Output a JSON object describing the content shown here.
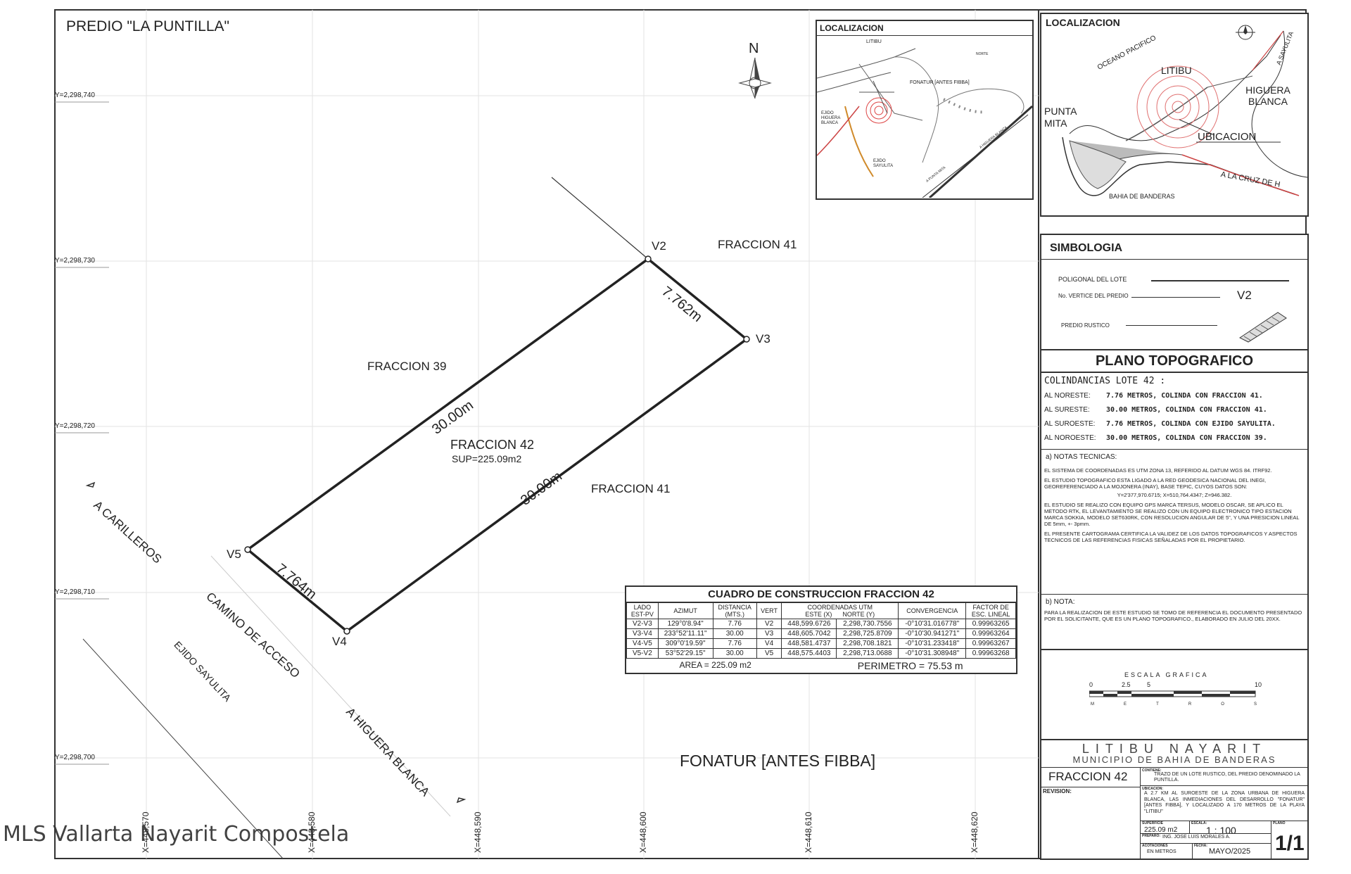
{
  "title": "PREDIO \"LA PUNTILLA\"",
  "north": "N",
  "y_grid": [
    "Y=2,298,740",
    "Y=2,298,730",
    "Y=2,298,720",
    "Y=2,298,710",
    "Y=2,298,700"
  ],
  "x_grid": [
    "X=448,570",
    "X=448,580",
    "X=448,590",
    "X=448,600",
    "X=448,610",
    "X=448,620"
  ],
  "map_labels": {
    "f41_top": "FRACCION 41",
    "f39": "FRACCION 39",
    "f42_name": "FRACCION 42",
    "f42_sup": "SUP=225.09m2",
    "f41_bottom": "FRACCION 41",
    "a_carilleros": "A CARILLEROS",
    "camino": "CAMINO DE ACCESO",
    "ejido": "EJIDO SAYULITA",
    "a_higuera": "A HIGUERA BLANCA",
    "fonatur": "FONATUR [ANTES FIBBA]"
  },
  "vertices": {
    "v2": "V2",
    "v3": "V3",
    "v4": "V4",
    "v5": "V5"
  },
  "dims": {
    "ne": "7.762m",
    "nw": "30.00m",
    "se": "30.00m",
    "sw": "7.764m"
  },
  "inset_local": {
    "title": "LOCALIZACION",
    "litibu": "LITIBU",
    "fonatur": "FONATUR [ANTES FIBBA]",
    "ejido_hb": "EJIDO HIGUERA BLANCA",
    "ejido_sy": "EJIDO SAYULITA",
    "road1": "A HIGUERA BLANCA",
    "road2": "A PUNTA MITA",
    "norte": "NORTE"
  },
  "loc": {
    "title": "LOCALIZACION",
    "oceano": "OCEANO PACIFICO",
    "litibu": "LITIBU",
    "higuera": "HIGUERA BLANCA",
    "punta": "PUNTA MITA",
    "ubicacion": "UBICACION",
    "cruz": "A LA CRUZ DE H",
    "sayulita": "A SAYULITA",
    "bahia": "BAHIA DE BANDERAS"
  },
  "simbologia": {
    "title": "SIMBOLOGIA",
    "poligonal": "POLIGONAL DEL LOTE",
    "vertice": "No. VERTICE DEL PREDIO",
    "vertice_symbol": "V2",
    "rustico": "PREDIO RUSTICO"
  },
  "plano": {
    "title": "PLANO TOPOGRAFICO",
    "colindancias_title": "COLINDANCIAS LOTE 42 :",
    "colindancias": [
      {
        "dir": "AL NORESTE:",
        "text": "7.76 METROS, COLINDA CON FRACCION 41."
      },
      {
        "dir": "AL SURESTE:",
        "text": "30.00 METROS, COLINDA CON FRACCION 41."
      },
      {
        "dir": "AL SUROESTE:",
        "text": "7.76 METROS, COLINDA CON EJIDO SAYULITA."
      },
      {
        "dir": "AL NOROESTE:",
        "text": "30.00 METROS, COLINDA CON FRACCION 39."
      }
    ]
  },
  "notas": {
    "title": "a) NOTAS TECNICAS:",
    "p1": "EL SISTEMA DE COORDENADAS ES UTM ZONA 13, REFERIDO AL DATUM WGS 84. ITRF92.",
    "p2": "EL ESTUDIO TOPOGRAFICO ESTA LIGADO A LA RED GEODESICA NACIONAL DEL INEGI, GEOREFERENCIADO A LA MOJONERA (INAY), BASE TEPIC, CUYOS DATOS SON:",
    "p2b": "Y=2'377,970.6715; X=510,764.4347; Z=946.382.",
    "p3": "EL ESTUDIO SE REALIZO CON EQUIPO GPS MARCA TERSUS, MODELO OSCAR, SE APLICO EL METODO RTK, EL LEVANTAMIENTO SE REALIZO CON UN EQUIPO ELECTRONICO TIPO ESTACION MARCA SOKKIA, MODELO SET630RK, CON RESOLUCION ANGULAR DE 5\", Y UNA PRESICION LINEAL DE 5mm, +- 3pmm.",
    "p4": "EL PRESENTE CARTOGRAMA CERTIFICA LA VALIDEZ DE LOS DATOS TOPOGRAFICOS Y ASPECTOS TECNICOS DE LAS REFERENCIAS FISICAS SEÑALADAS POR EL PROPIETARIO.",
    "b_title": "b) NOTA:",
    "b_text": "PARA LA REALIZACION DE ESTE ESTUDIO SE TOMO DE REFERENCIA EL DOCUMENTO PRESENTADO POR EL SOLICITANTE, QUE ES UN PLANO TOPOGRAFICO., ELABORADO EN JULIO DEL 20XX."
  },
  "escala": {
    "title": "ESCALA GRAFICA",
    "ticks": [
      "0",
      "2.5",
      "5",
      "10"
    ],
    "units": [
      "M",
      "E",
      "T",
      "R",
      "O",
      "S"
    ]
  },
  "cuadro": {
    "title": "CUADRO DE CONSTRUCCION FRACCION 42",
    "headers": {
      "lado": "LADO",
      "estpv": "EST-PV",
      "azimut": "AZIMUT",
      "distancia": "DISTANCIA",
      "mts": "(MTS.)",
      "vert": "VERT",
      "coord": "COORDENADAS UTM",
      "este": "ESTE (X)",
      "norte": "NORTE (Y)",
      "conv": "CONVERGENCIA",
      "factor": "FACTOR DE",
      "esc": "ESC. LINEAL"
    },
    "rows": [
      [
        "V2-V3",
        "129°0'8.94\"",
        "7.76",
        "V2",
        "448,599.6726",
        "2,298,730.7556",
        "-0°10'31.016778\"",
        "0.99963265"
      ],
      [
        "V3-V4",
        "233°52'11.11\"",
        "30.00",
        "V3",
        "448,605.7042",
        "2,298,725.8709",
        "-0°10'30.941271\"",
        "0.99963264"
      ],
      [
        "V4-V5",
        "309°0'19.59\"",
        "7.76",
        "V4",
        "448,581.4737",
        "2,298,708.1821",
        "-0°10'31.233418\"",
        "0.99963267"
      ],
      [
        "V5-V2",
        "53°52'29.15\"",
        "30.00",
        "V5",
        "448,575.4403",
        "2,298,713.0688",
        "-0°10'31.308948\"",
        "0.99963268"
      ]
    ],
    "area": "AREA = 225.09 m2",
    "perimetro": "PERIMETRO = 75.53 m"
  },
  "titleblock": {
    "place": "LITIBU NAYARIT",
    "municipio": "MUNICIPIO DE BAHIA DE BANDERAS",
    "fraccion": "FRACCION 42",
    "contiene_label": "CONTIENE:",
    "contiene": "TRAZO DE UN LOTE RUSTICO, DEL PREDIO DENOMINADO LA PUNTILLA.",
    "revision": "REVISION:",
    "ubicacion_label": "UBICACION:",
    "ubicacion": "A 2.7 KM AL SUROESTE DE LA ZONA URBANA DE HIGUERA BLANCA, LAS INMEDIACIONES DEL DESARROLLO \"FONATUR\" [ANTES FIBBA], Y LOCALIZADO A 170 METROS DE LA PLAYA \"LITIBU\"",
    "superficie_label": "SUPERFICIE",
    "superficie": "225.09 m2",
    "escala_label": "ESCALA:",
    "escala": "1 : 100",
    "plano_label": "PLANO",
    "preparo_label": "PREPARO:",
    "preparo": "ING. JOSE LUIS MORALES A.",
    "acot_label": "ACOTACIONES",
    "acot": "EN METROS",
    "fecha_label": "FECHA:",
    "fecha": "MAYO/2025",
    "sheet": "1/1"
  },
  "watermark": "MLS Vallarta Nayarit Compostela"
}
